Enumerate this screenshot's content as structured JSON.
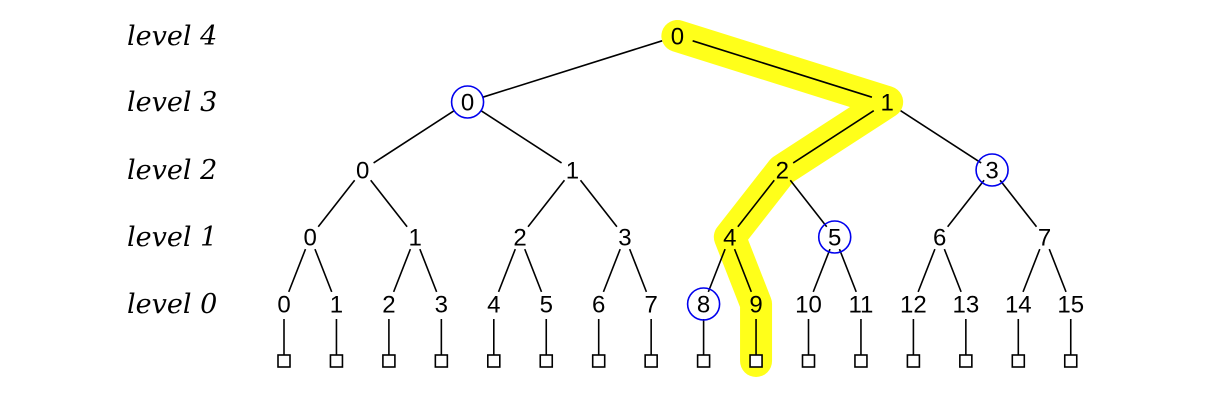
{
  "colors": {
    "highlight": "#ffff1a",
    "circle": "#0000ee",
    "ink": "#000000"
  },
  "levels": [
    {
      "level": 4,
      "label": "level 4",
      "nodes": [
        "0"
      ]
    },
    {
      "level": 3,
      "label": "level 3",
      "nodes": [
        "0",
        "1"
      ]
    },
    {
      "level": 2,
      "label": "level 2",
      "nodes": [
        "0",
        "1",
        "2",
        "3"
      ]
    },
    {
      "level": 1,
      "label": "level 1",
      "nodes": [
        "0",
        "1",
        "2",
        "3",
        "4",
        "5",
        "6",
        "7"
      ]
    },
    {
      "level": 0,
      "label": "level 0",
      "nodes": [
        "0",
        "1",
        "2",
        "3",
        "4",
        "5",
        "6",
        "7",
        "8",
        "9",
        "10",
        "11",
        "12",
        "13",
        "14",
        "15"
      ]
    }
  ],
  "leaf_count": 16,
  "circled_nodes": [
    {
      "level": 3,
      "index": 0
    },
    {
      "level": 2,
      "index": 3
    },
    {
      "level": 1,
      "index": 5
    },
    {
      "level": 0,
      "index": 8
    }
  ],
  "highlighted_path": [
    {
      "level": 4,
      "index": 0
    },
    {
      "level": 3,
      "index": 1
    },
    {
      "level": 2,
      "index": 2
    },
    {
      "level": 1,
      "index": 4
    },
    {
      "level": 0,
      "index": 9
    },
    {
      "level": "leaf",
      "index": 9
    }
  ]
}
